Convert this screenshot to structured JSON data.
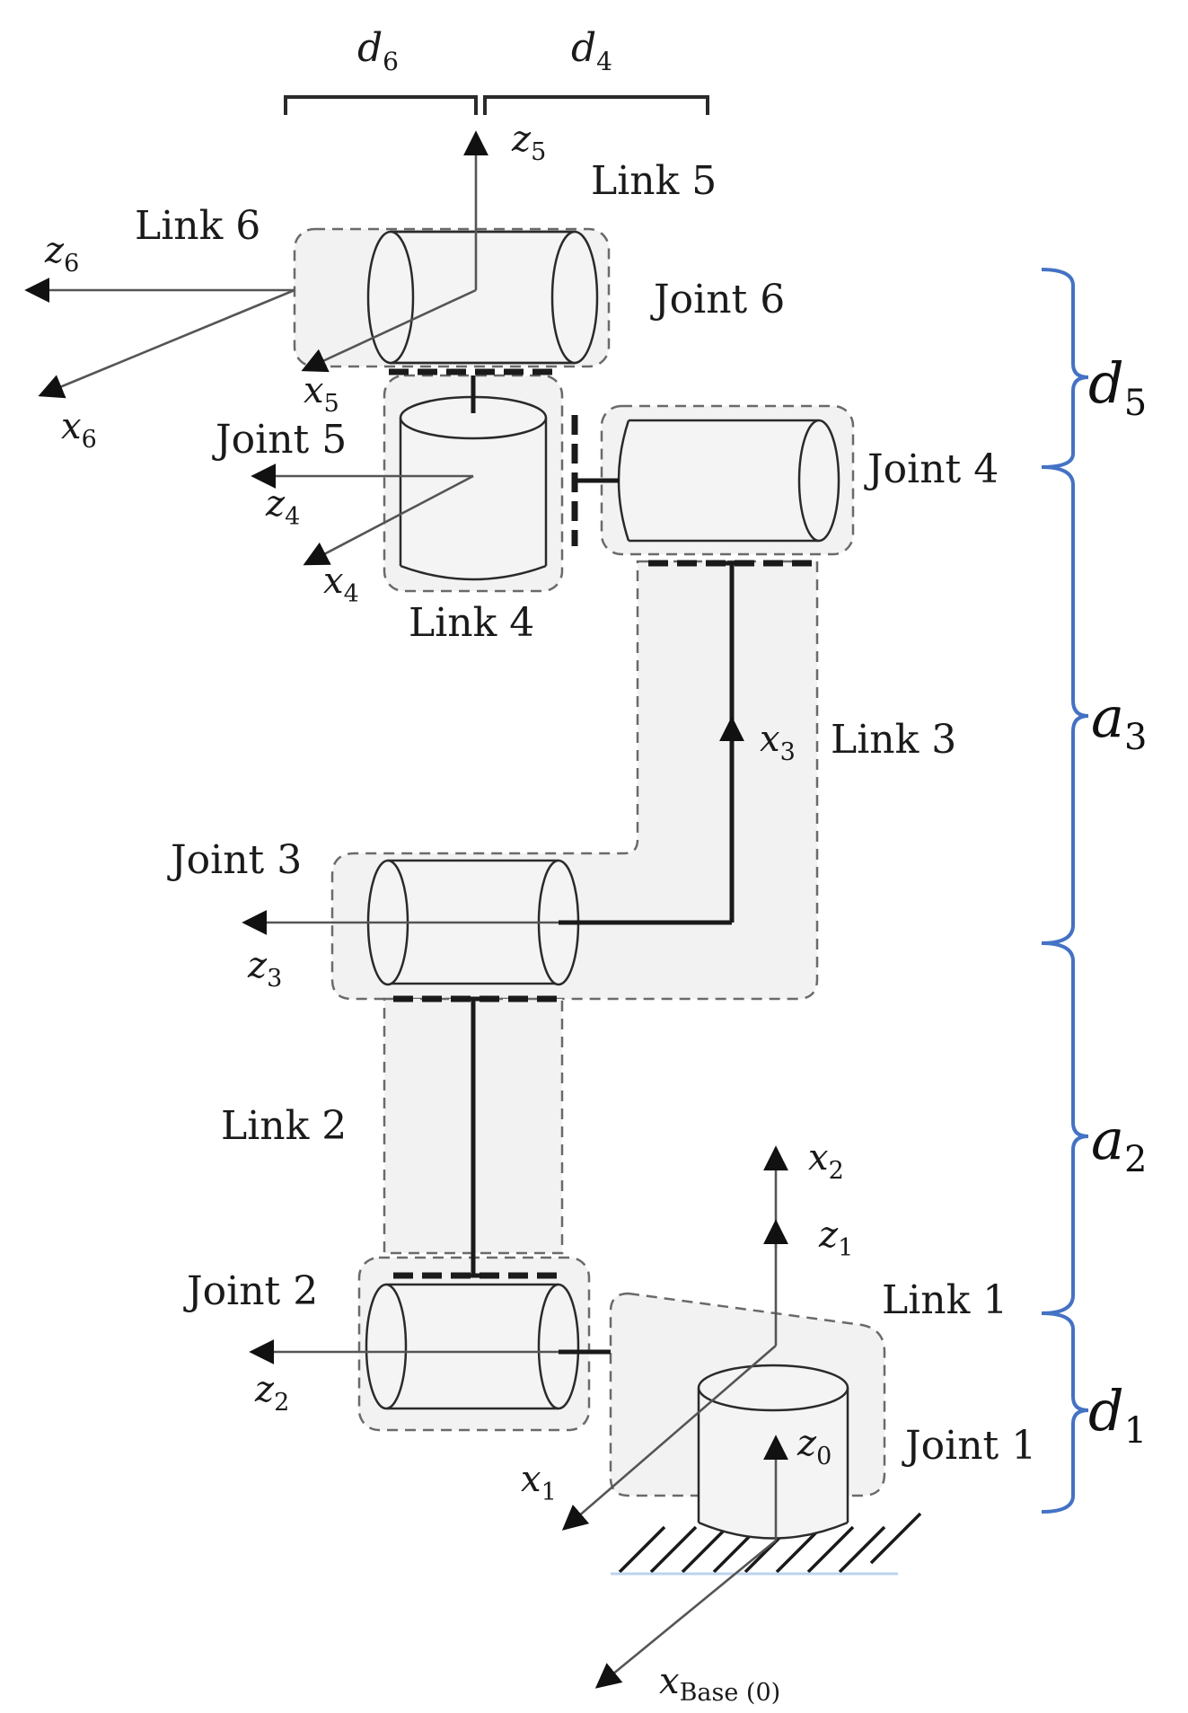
{
  "links": {
    "link1": "Link 1",
    "link2": "Link 2",
    "link3": "Link 3",
    "link4": "Link 4",
    "link5": "Link 5",
    "link6": "Link 6"
  },
  "joints": {
    "joint1": "Joint 1",
    "joint2": "Joint 2",
    "joint3": "Joint 3",
    "joint4": "Joint 4",
    "joint5": "Joint 5",
    "joint6": "Joint 6"
  },
  "axes": {
    "z0": {
      "base": "z",
      "sub": "0"
    },
    "z1": {
      "base": "z",
      "sub": "1"
    },
    "x1": {
      "base": "x",
      "sub": "1"
    },
    "x2": {
      "base": "x",
      "sub": "2"
    },
    "z2": {
      "base": "z",
      "sub": "2"
    },
    "z3": {
      "base": "z",
      "sub": "3"
    },
    "x3": {
      "base": "x",
      "sub": "3"
    },
    "z4": {
      "base": "z",
      "sub": "4"
    },
    "x4": {
      "base": "x",
      "sub": "4"
    },
    "z5": {
      "base": "z",
      "sub": "5"
    },
    "x5": {
      "base": "x",
      "sub": "5"
    },
    "z6": {
      "base": "z",
      "sub": "6"
    },
    "x6": {
      "base": "x",
      "sub": "6"
    },
    "xbase": {
      "base": "x",
      "sub": "Base (0)"
    }
  },
  "top_dimensions": {
    "d6": {
      "base": "d",
      "sub": "6"
    },
    "d4": {
      "base": "d",
      "sub": "4"
    }
  },
  "side_dimensions": {
    "d5": {
      "base": "d",
      "sub": "5"
    },
    "a3": {
      "base": "a",
      "sub": "3"
    },
    "a2": {
      "base": "a",
      "sub": "2"
    },
    "d1": {
      "base": "d",
      "sub": "1"
    }
  },
  "colors": {
    "brace": "#4472c4",
    "region_fill": "#f2f2f2",
    "line": "#1a1a1a"
  }
}
